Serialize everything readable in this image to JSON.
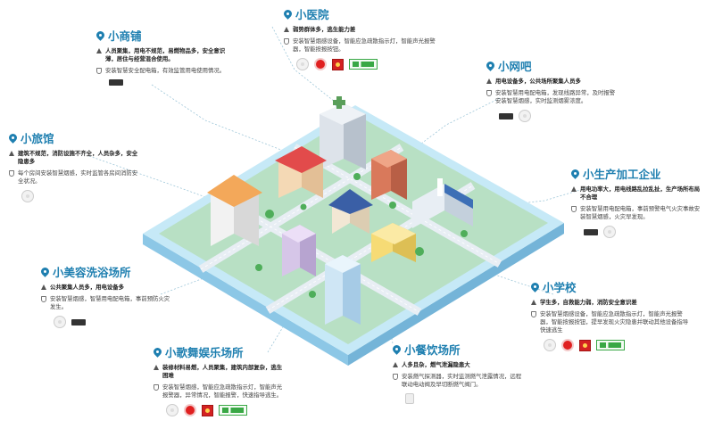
{
  "cards": {
    "hospital": {
      "title": "小医院",
      "risk": "弱势群体多，逃生能力差",
      "solution": "安装智慧烟感设备，智能应急疏散指示灯，智能声光报警器，智能按报按钮。"
    },
    "shop": {
      "title": "小商铺",
      "risk": "人员聚集，用电不规范，易燃物品多，安全意识薄，居住与经营混合使用。",
      "solution": "安装智慧安全配电箱，有效监管用电使用情况。"
    },
    "internet": {
      "title": "小网吧",
      "risk": "用电设备多，公共场所聚集人员多",
      "solution": "安装智慧用电配电箱，发现线路异常，及时报警安装智慧烟感，实时监测烟雾浓度。"
    },
    "hotel": {
      "title": "小旅馆",
      "risk": "建筑不规范，消防设施不齐全，人员杂多，安全隐患多",
      "solution": "每个房间安装智慧烟感，实时监管各房间消防安全状况。"
    },
    "factory": {
      "title": "小生产加工企业",
      "risk": "用电功率大，用电线路乱拉乱扯，生产场所布局不合理",
      "solution": "安装智慧用电配电箱，事前预警电气火灾事故安装智慧烟感，火灾早发现。"
    },
    "beauty": {
      "title": "小美容洗浴场所",
      "risk": "公共聚集人员多，用电设备多",
      "solution": "安装智慧烟感，智慧用电配电箱，事前预防火灾发生。"
    },
    "school": {
      "title": "小学校",
      "risk": "学生多，自救能力弱，消防安全意识差",
      "solution": "安装智慧烟感设备，智能应急疏散指示灯，智能声光报警器，智能按报按钮，提早发现火灾隐患并联动其他设备指导快速逃生"
    },
    "ktv": {
      "title": "小歌舞娱乐场所",
      "risk": "装修材料易燃，人员聚集，建筑内部复杂，逃生困难",
      "solution": "安装智慧烟感，智能应急疏散指示灯，智能声光报警器，异常情况，智能报警，快速指导逃生。"
    },
    "restaurant": {
      "title": "小餐饮场所",
      "risk": "人多且杂，燃气泄漏隐患大",
      "solution": "安装燃气探测器，实时监测燃气泄露情况，远程联动电动阀及早切断燃气阀门。"
    }
  },
  "colors": {
    "accent": "#1e7fb0",
    "ground": "#b8e0c4",
    "road": "#e8eef4",
    "platform_side": "#8cc7e6"
  }
}
